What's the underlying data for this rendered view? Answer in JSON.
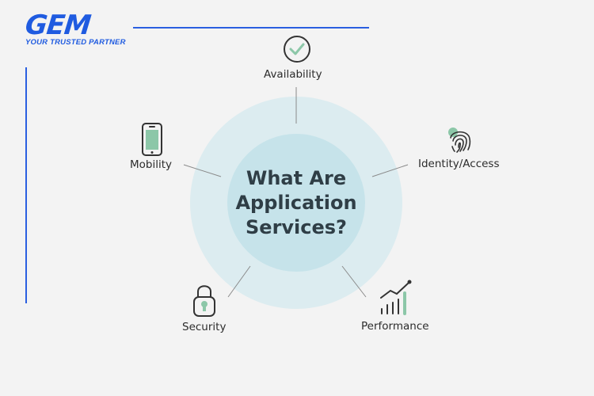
{
  "brand": {
    "name": "GEM",
    "tagline": "YOUR TRUSTED PARTNER",
    "color": "#1f5be0"
  },
  "diagram": {
    "center_title": "What Are\nApplication\nServices?",
    "items": [
      {
        "label": "Availability",
        "icon": "checkmark-circle-icon"
      },
      {
        "label": "Identity/Access",
        "icon": "fingerprint-icon"
      },
      {
        "label": "Performance",
        "icon": "growth-chart-icon"
      },
      {
        "label": "Security",
        "icon": "padlock-icon"
      },
      {
        "label": "Mobility",
        "icon": "smartphone-icon"
      }
    ],
    "colors": {
      "outer_circle": "#dcecf0",
      "inner_circle": "#c6e3ea",
      "icon_accent": "#8cc7a8",
      "icon_stroke": "#333333",
      "connector": "#8a8a8a"
    }
  }
}
